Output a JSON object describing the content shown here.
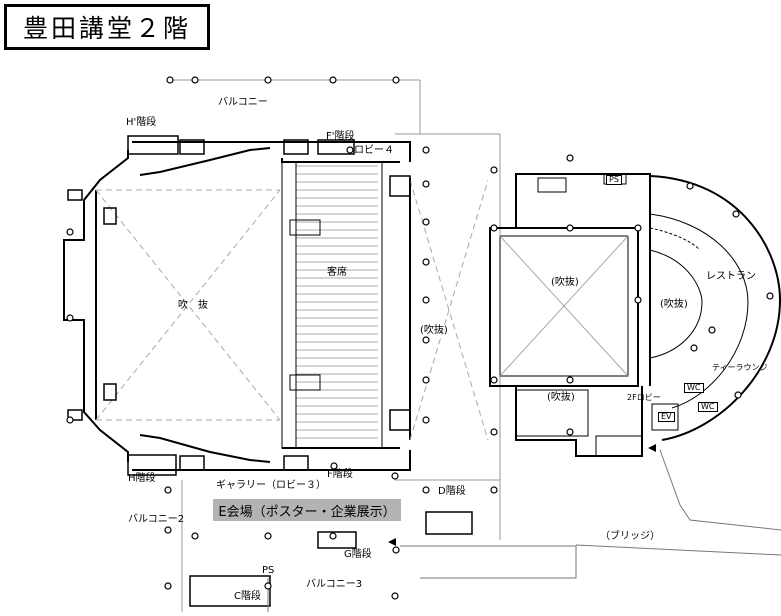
{
  "title": "豊田講堂２階",
  "labels": {
    "balcony": "バルコニー",
    "h_prime_stairs": "H'階段",
    "f_prime_stairs": "F'階段",
    "lobby4": "ロビー４",
    "atrium_main": "吹　抜",
    "seats": "客席",
    "atrium_mid": "(吹抜)",
    "atrium_square": "(吹抜)",
    "atrium_lower": "(吹抜)",
    "atrium_round": "(吹抜)",
    "restaurant": "レストラン",
    "tea_lounge": "ティーラウンジ",
    "wc1": "WC",
    "wc2": "WC",
    "ev": "EV",
    "ps_box": "PS",
    "lobby_2f": "2Fロビー",
    "h_stairs": "H階段",
    "f_stairs": "F階段",
    "gallery": "ギャラリー（ロビー３）",
    "d_stairs": "D階段",
    "e_venue": "E会場（ポスター・企業展示）",
    "balcony2": "バルコニー2",
    "bridge": "（ブリッジ）",
    "g_stairs": "G階段",
    "ps": "PS",
    "c_stairs": "C階段",
    "balcony3": "バルコニー3"
  }
}
